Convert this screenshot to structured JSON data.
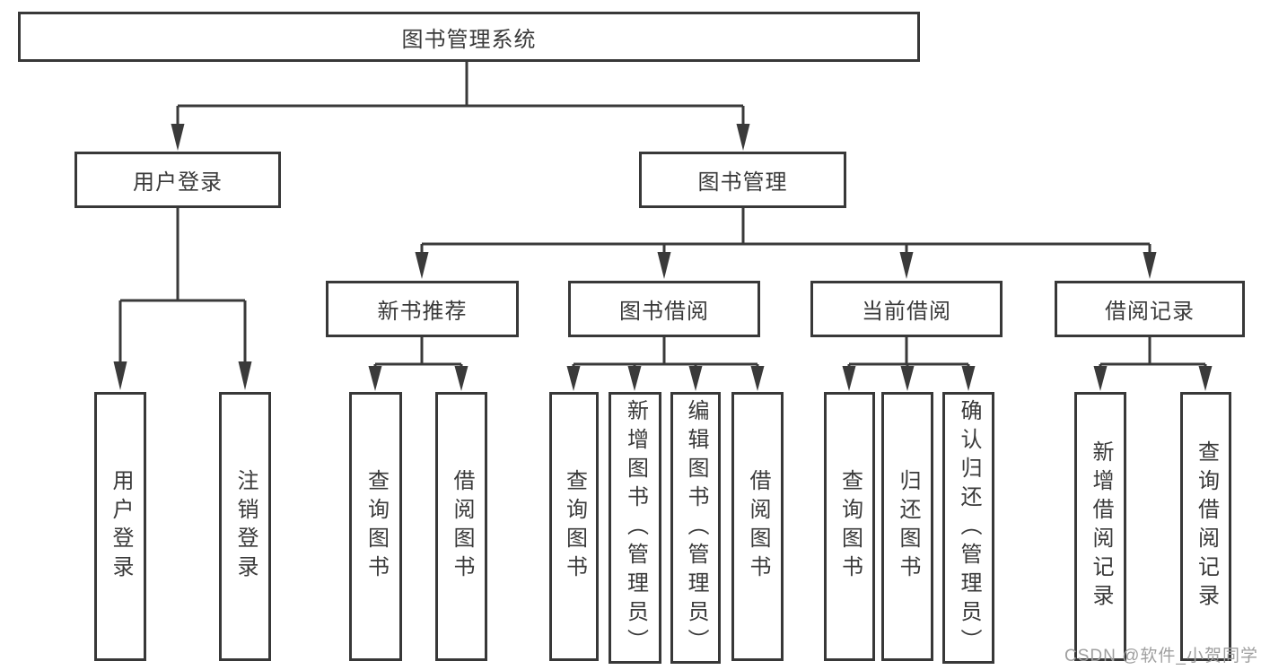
{
  "tree": {
    "root": "图书管理系统",
    "user_login": {
      "label": "用户登录",
      "children": [
        "用户登录",
        "注销登录"
      ]
    },
    "book_management": {
      "label": "图书管理",
      "sections": {
        "new_book": {
          "label": "新书推荐",
          "children": [
            "查询图书",
            "借阅图书"
          ]
        },
        "borrow": {
          "label": "图书借阅",
          "children": [
            "查询图书",
            "新增图书（管理员）",
            "编辑图书（管理员）",
            "借阅图书"
          ]
        },
        "current": {
          "label": "当前借阅",
          "children": [
            "查询图书",
            "归还图书",
            "确认归还（管理员）"
          ]
        },
        "records": {
          "label": "借阅记录",
          "children": [
            "新增借阅记录",
            "查询借阅记录"
          ]
        }
      }
    }
  },
  "watermark": "CSDN @软件_小贺同学",
  "colors": {
    "line": "#3a3a3a",
    "border": "#383838",
    "text": "#3a3a3a",
    "watermark": "#9f9f9f",
    "background": "#ffffff"
  }
}
